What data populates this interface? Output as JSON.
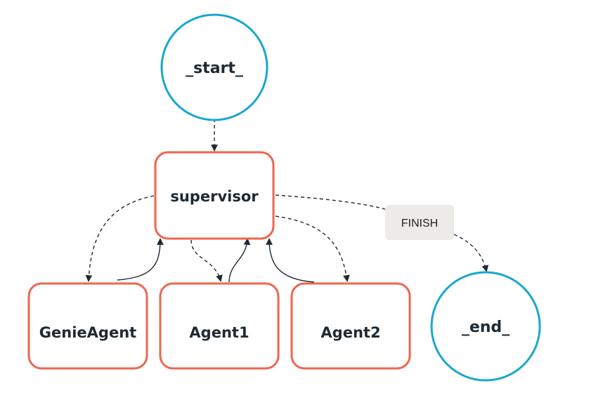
{
  "colors": {
    "start_end_stroke": "#18A7CF",
    "agent_stroke": "#F0654F",
    "edge": "#1f2a33",
    "label_bg": "#EDEBE7",
    "text": "#1f2a33"
  },
  "nodes": {
    "start": {
      "label": "_start_"
    },
    "supervisor": {
      "label": "supervisor"
    },
    "genie_agent": {
      "label": "GenieAgent"
    },
    "agent1": {
      "label": "Agent1"
    },
    "agent2": {
      "label": "Agent2"
    },
    "end": {
      "label": "_end_"
    }
  },
  "edges": {
    "finish_label": "FINISH"
  }
}
